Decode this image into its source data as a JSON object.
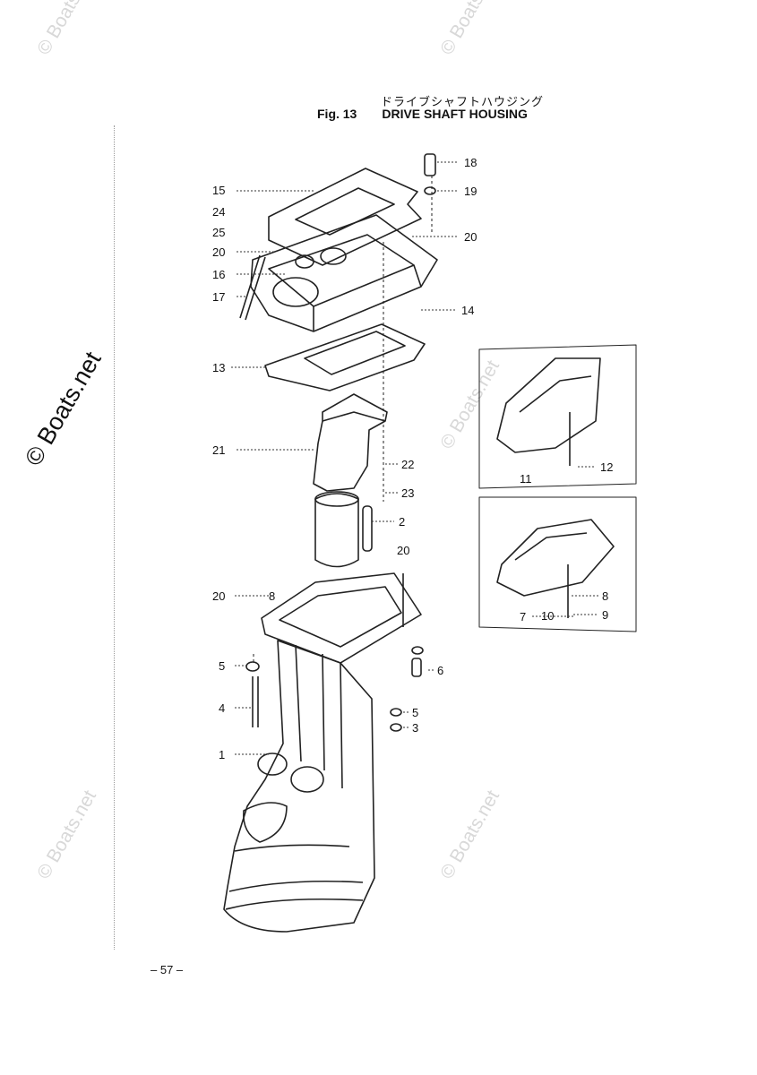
{
  "header": {
    "title_japanese": "ドライブシャフトハウジング",
    "fig_number": "Fig. 13",
    "fig_title": "DRIVE SHAFT HOUSING"
  },
  "watermark": {
    "side_text": "© Boats.net",
    "repeat_text": "© Boats.net"
  },
  "callouts": [
    {
      "id": "c15",
      "text": "15"
    },
    {
      "id": "c24",
      "text": "24"
    },
    {
      "id": "c25",
      "text": "25"
    },
    {
      "id": "c20a",
      "text": "20"
    },
    {
      "id": "c16",
      "text": "16"
    },
    {
      "id": "c17",
      "text": "17"
    },
    {
      "id": "c18",
      "text": "18"
    },
    {
      "id": "c19",
      "text": "19"
    },
    {
      "id": "c20b",
      "text": "20"
    },
    {
      "id": "c14",
      "text": "14"
    },
    {
      "id": "c13",
      "text": "13"
    },
    {
      "id": "c21",
      "text": "21"
    },
    {
      "id": "c22",
      "text": "22"
    },
    {
      "id": "c23",
      "text": "23"
    },
    {
      "id": "c2",
      "text": "2"
    },
    {
      "id": "c20c",
      "text": "20"
    },
    {
      "id": "c20d",
      "text": "20"
    },
    {
      "id": "c8a",
      "text": "8"
    },
    {
      "id": "c5a",
      "text": "5"
    },
    {
      "id": "c6",
      "text": "6"
    },
    {
      "id": "c4",
      "text": "4"
    },
    {
      "id": "c5b",
      "text": "5"
    },
    {
      "id": "c3",
      "text": "3"
    },
    {
      "id": "c1",
      "text": "1"
    },
    {
      "id": "c11",
      "text": "11"
    },
    {
      "id": "c12",
      "text": "12"
    },
    {
      "id": "c8b",
      "text": "8"
    },
    {
      "id": "c7",
      "text": "7"
    },
    {
      "id": "c10",
      "text": "10"
    },
    {
      "id": "c9",
      "text": "9"
    }
  ],
  "footer": {
    "page_number": "– 57 –"
  }
}
